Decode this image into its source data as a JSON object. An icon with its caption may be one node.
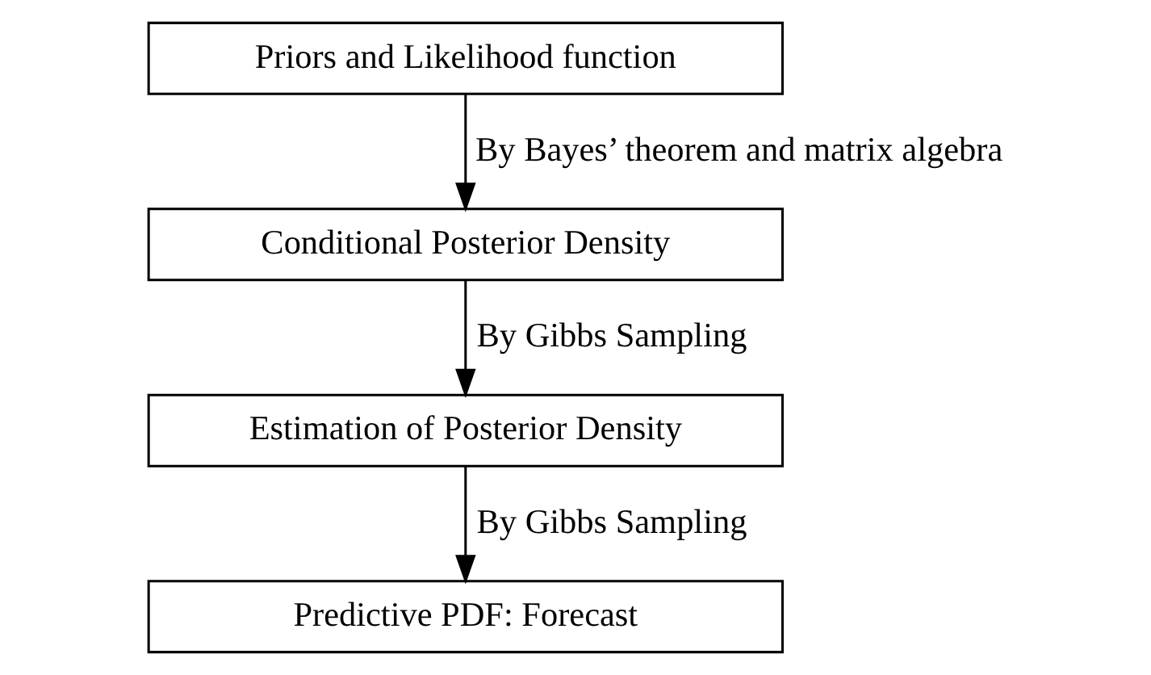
{
  "diagram": {
    "nodes": [
      {
        "text": [
          "Priors and Likelihood function"
        ]
      },
      {
        "text": [
          "Conditional Posterior Density"
        ]
      },
      {
        "text": [
          "Estimation of Posterior Density"
        ]
      },
      {
        "text": [
          "Predictive PDF: Forecast"
        ]
      }
    ],
    "edges": [
      {
        "from": 0,
        "to": 1,
        "arrow": "to",
        "label": "By Bayes’ theorem and matrix algebra"
      },
      {
        "from": 1,
        "to": 2,
        "arrow": "to",
        "label": "By Gibbs Sampling"
      },
      {
        "from": 2,
        "to": 3,
        "arrow": "to",
        "label": "By Gibbs Sampling"
      }
    ]
  }
}
